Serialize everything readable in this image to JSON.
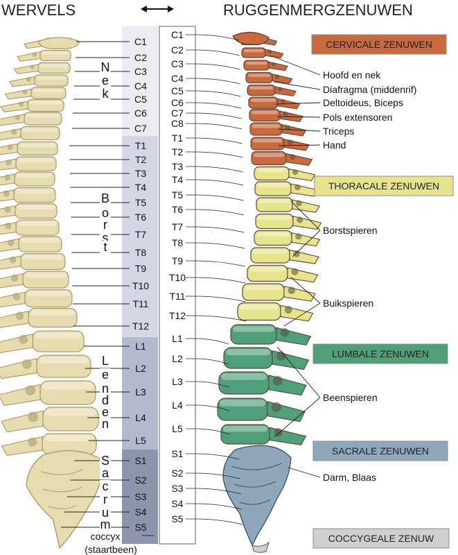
{
  "header": {
    "left_title": "WERVELS",
    "right_title": "RUGGENMERGZENUWEN",
    "arrow_icon": "double-arrow-icon"
  },
  "colors": {
    "cervical": "#c8693f",
    "thoracic": "#e8e48e",
    "lumbar": "#4f9f7a",
    "sacral": "#8fa7ba",
    "coccygeal": "#cfcfcf",
    "bone": "#e7dcb0",
    "bone_dark": "#a89a6c"
  },
  "vertebrae": {
    "cervical": [
      "C1",
      "C2",
      "C3",
      "C4",
      "C5",
      "C6",
      "C7"
    ],
    "thoracic": [
      "T1",
      "T2",
      "T3",
      "T4",
      "T5",
      "T6",
      "T7",
      "T8",
      "T9",
      "T10",
      "T11",
      "T12"
    ],
    "lumbar": [
      "L1",
      "L2",
      "L3",
      "L4",
      "L5"
    ],
    "sacral": [
      "S1",
      "S2",
      "S3",
      "S4",
      "S5"
    ],
    "coccyx": [
      "coccyx",
      "(staartbeen)"
    ]
  },
  "region_words": {
    "neck": "Nek",
    "chest": "Borst",
    "loins": "Lenden",
    "sacrum": "Sacrum"
  },
  "nerves": [
    "C1",
    "C2",
    "C3",
    "C4",
    "C5",
    "C6",
    "C7",
    "C8",
    "T1",
    "T2",
    "T3",
    "T4",
    "T5",
    "T6",
    "T7",
    "T8",
    "T9",
    "T10",
    "T11",
    "T12",
    "L1",
    "L2",
    "L3",
    "L4",
    "L5",
    "S1",
    "S2",
    "S3",
    "S4",
    "S5"
  ],
  "sections": {
    "cervical": "CERVICALE ZENUWEN",
    "thoracic": "THORACALE ZENUWEN",
    "lumbar": "LUMBALE ZENUWEN",
    "sacral": "SACRALE ZENUWEN",
    "coccygeal": "COCCYGEALE ZENUW"
  },
  "functions": {
    "head_neck": "Hoofd en nek",
    "diaphragm": "Diafragma (middenrif)",
    "deltoid": "Deltoideus, Biceps",
    "wrist": "Pols extensoren",
    "triceps": "Triceps",
    "hand": "Hand",
    "chest_muscles": "Borstspieren",
    "abdominal": "Buikspieren",
    "leg_muscles": "Beenspieren",
    "bowel_bladder": "Darm, Blaas"
  }
}
